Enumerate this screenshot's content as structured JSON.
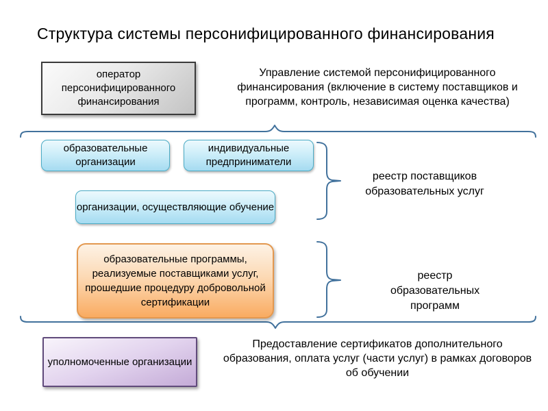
{
  "title": "Структура системы персонифицированного финансирования",
  "colors": {
    "brace": "#41719c",
    "blue_box_border": "#4bacc6",
    "blue_box_fill_bottom": "#a5dbf1",
    "orange_box_border": "#e3984f",
    "orange_box_fill_bottom": "#f9ab61",
    "purple_box_border": "#604a7b",
    "purple_box_fill_bottom": "#c4abd7",
    "gray_box_border": "#3a3a3a",
    "background": "#ffffff",
    "text": "#000000"
  },
  "boxes": {
    "operator": {
      "label": "оператор персонифицированного финансирования"
    },
    "edu_orgs": {
      "label": "образовательные организации"
    },
    "entrepreneurs": {
      "label": "индивидуальные предприниматели"
    },
    "training_orgs": {
      "label": "организации, осуществляющие обучение"
    },
    "programs": {
      "label": "образовательные программы, реализуемые поставщиками услуг, прошедшие процедуру добровольной сертификации"
    },
    "authorized": {
      "label": "уполномоченные организации"
    }
  },
  "annotations": {
    "management": "Управление системой персонифицированного финансирования (включение в систему поставщиков и программ, контроль, независимая оценка качества)",
    "providers_registry": "реестр поставщиков образовательных услуг",
    "programs_registry": "реестр образовательных программ",
    "certificates": "Предоставление сертификатов дополнительного образования, оплата услуг (части услуг) в рамках договоров об обучении"
  }
}
